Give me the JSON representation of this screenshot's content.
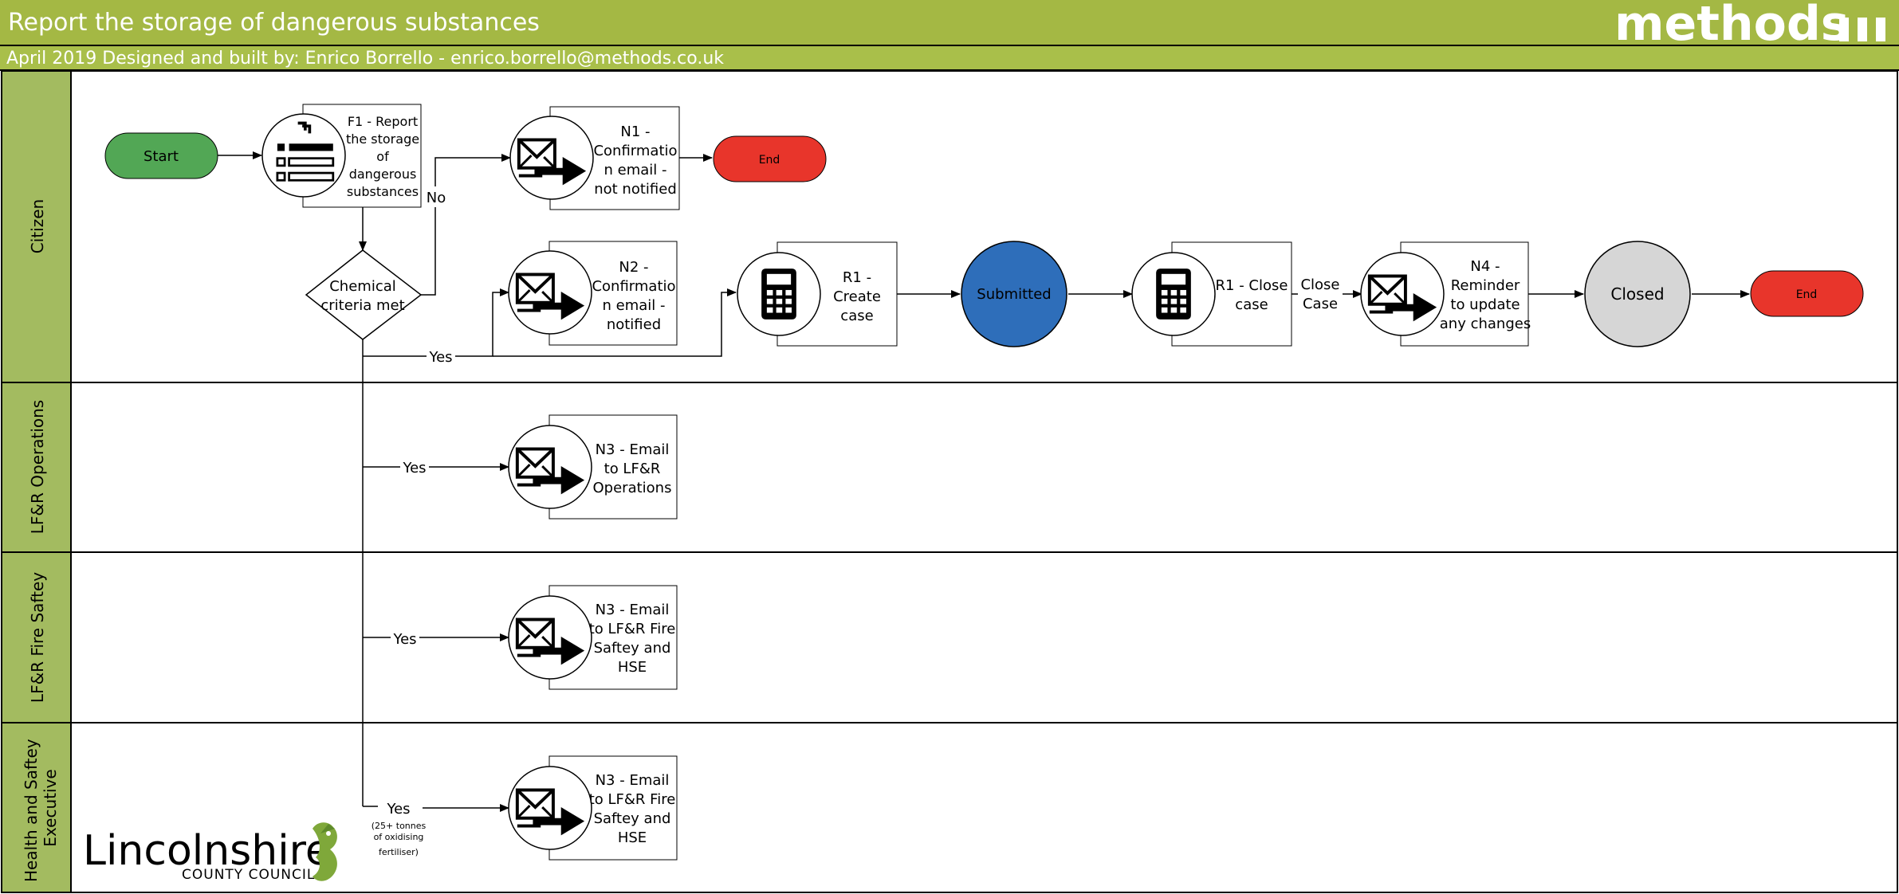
{
  "header": {
    "title": "Report the storage of dangerous substances",
    "subtitle": "April 2019 Designed and built by: Enrico Borrello - enrico.borrello@methods.co.uk",
    "brand": "methods",
    "brand_mark_icon": "three-bars-icon"
  },
  "colors": {
    "header_bg": "#A4B844",
    "lane_label_bg": "#A3BB60",
    "start": "#52A755",
    "end": "#E8352B",
    "submitted": "#2E6EBA",
    "closed": "#D6D6D6"
  },
  "lanes": [
    {
      "id": "citizen",
      "label": "Citizen"
    },
    {
      "id": "ops",
      "label": "LF&R Operations"
    },
    {
      "id": "fire",
      "label": "LF&R Fire Saftey"
    },
    {
      "id": "hse",
      "label": [
        "Health and Saftey",
        "Executive"
      ]
    }
  ],
  "nodes": {
    "start": {
      "label": "Start"
    },
    "f1": {
      "icon": "form-icon",
      "label": [
        "F1 - Report",
        "the storage",
        "of",
        "dangerous",
        "substances"
      ]
    },
    "decision": {
      "label": [
        "Chemical",
        "criteria met"
      ]
    },
    "n1": {
      "icon": "email-icon",
      "label": [
        "N1 -",
        "Confirmatio",
        "n email -",
        "not notified"
      ]
    },
    "end1": {
      "label": "End"
    },
    "n2": {
      "icon": "email-icon",
      "label": [
        "N2 -",
        "Confirmatio",
        "n email -",
        "notified"
      ]
    },
    "r1create": {
      "icon": "calculator-icon",
      "label": [
        "R1 -",
        "Create",
        "case"
      ]
    },
    "submitted": {
      "label": "Submitted"
    },
    "r1close": {
      "icon": "calculator-icon",
      "label": [
        "R1 - Close",
        "case"
      ]
    },
    "n4": {
      "icon": "email-icon",
      "label": [
        "N4 -",
        "Reminder",
        "to update",
        "any changes"
      ]
    },
    "closed": {
      "label": "Closed"
    },
    "end2": {
      "label": "End"
    },
    "n3ops": {
      "icon": "email-icon",
      "label": [
        "N3 - Email",
        "to LF&R",
        "Operations"
      ]
    },
    "n3fire": {
      "icon": "email-icon",
      "label": [
        "N3 - Email",
        "to LF&R Fire",
        "Saftey and",
        "HSE"
      ]
    },
    "n3hse": {
      "icon": "email-icon",
      "label": [
        "N3 - Email",
        "to LF&R Fire",
        "Saftey and",
        "HSE"
      ]
    }
  },
  "edge_labels": {
    "no": "No",
    "yes_citizen": "Yes",
    "close_case": [
      "Close",
      "Case"
    ],
    "yes_ops": "Yes",
    "yes_fire": "Yes",
    "yes_hse": "Yes",
    "hse_note": [
      "(25+ tonnes",
      "of oxidising",
      "fertiliser)"
    ]
  },
  "logo": {
    "name": "Lincolnshire",
    "sub": "COUNTY COUNCIL"
  }
}
